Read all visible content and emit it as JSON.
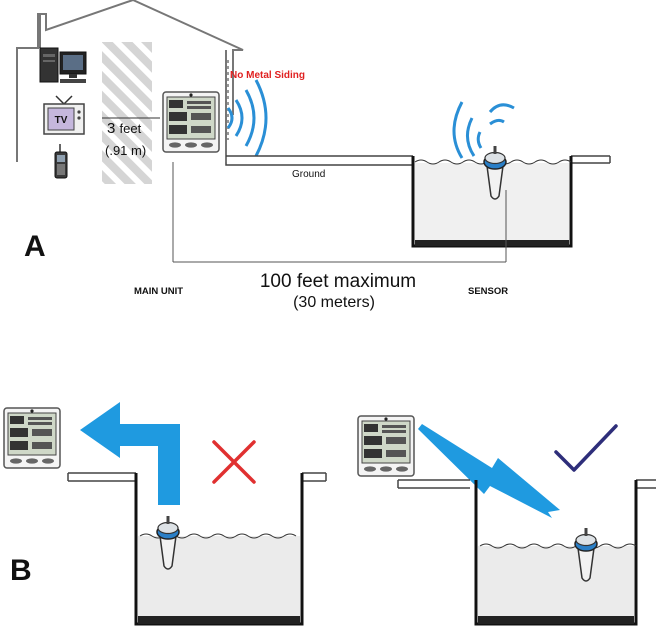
{
  "section_a": {
    "letter": "A",
    "no_metal_siding": "No Metal Siding",
    "distance_value": "3",
    "distance_unit": "feet",
    "distance_metric": "(.91 m)",
    "tv_label": "TV",
    "ground_label": "Ground",
    "main_unit_label": "MAIN UNIT",
    "sensor_label": "SENSOR",
    "max_distance": "100 feet maximum",
    "max_distance_metric": "(30 meters)"
  },
  "section_b": {
    "letter": "B"
  },
  "colors": {
    "signal_blue": "#2a8fd6",
    "arrow_blue": "#1f9ae0",
    "cross_red": "#e03030",
    "check_navy": "#2e2e7a",
    "warning_red": "#e02020",
    "hatch_gray": "#d8d8d8",
    "water_gray": "#e4e4e4"
  },
  "icons": [
    "computer-icon",
    "tv-icon",
    "mobile-phone-icon",
    "weather-station-icon",
    "pool-sensor-icon",
    "cross-mark-icon",
    "check-mark-icon"
  ]
}
